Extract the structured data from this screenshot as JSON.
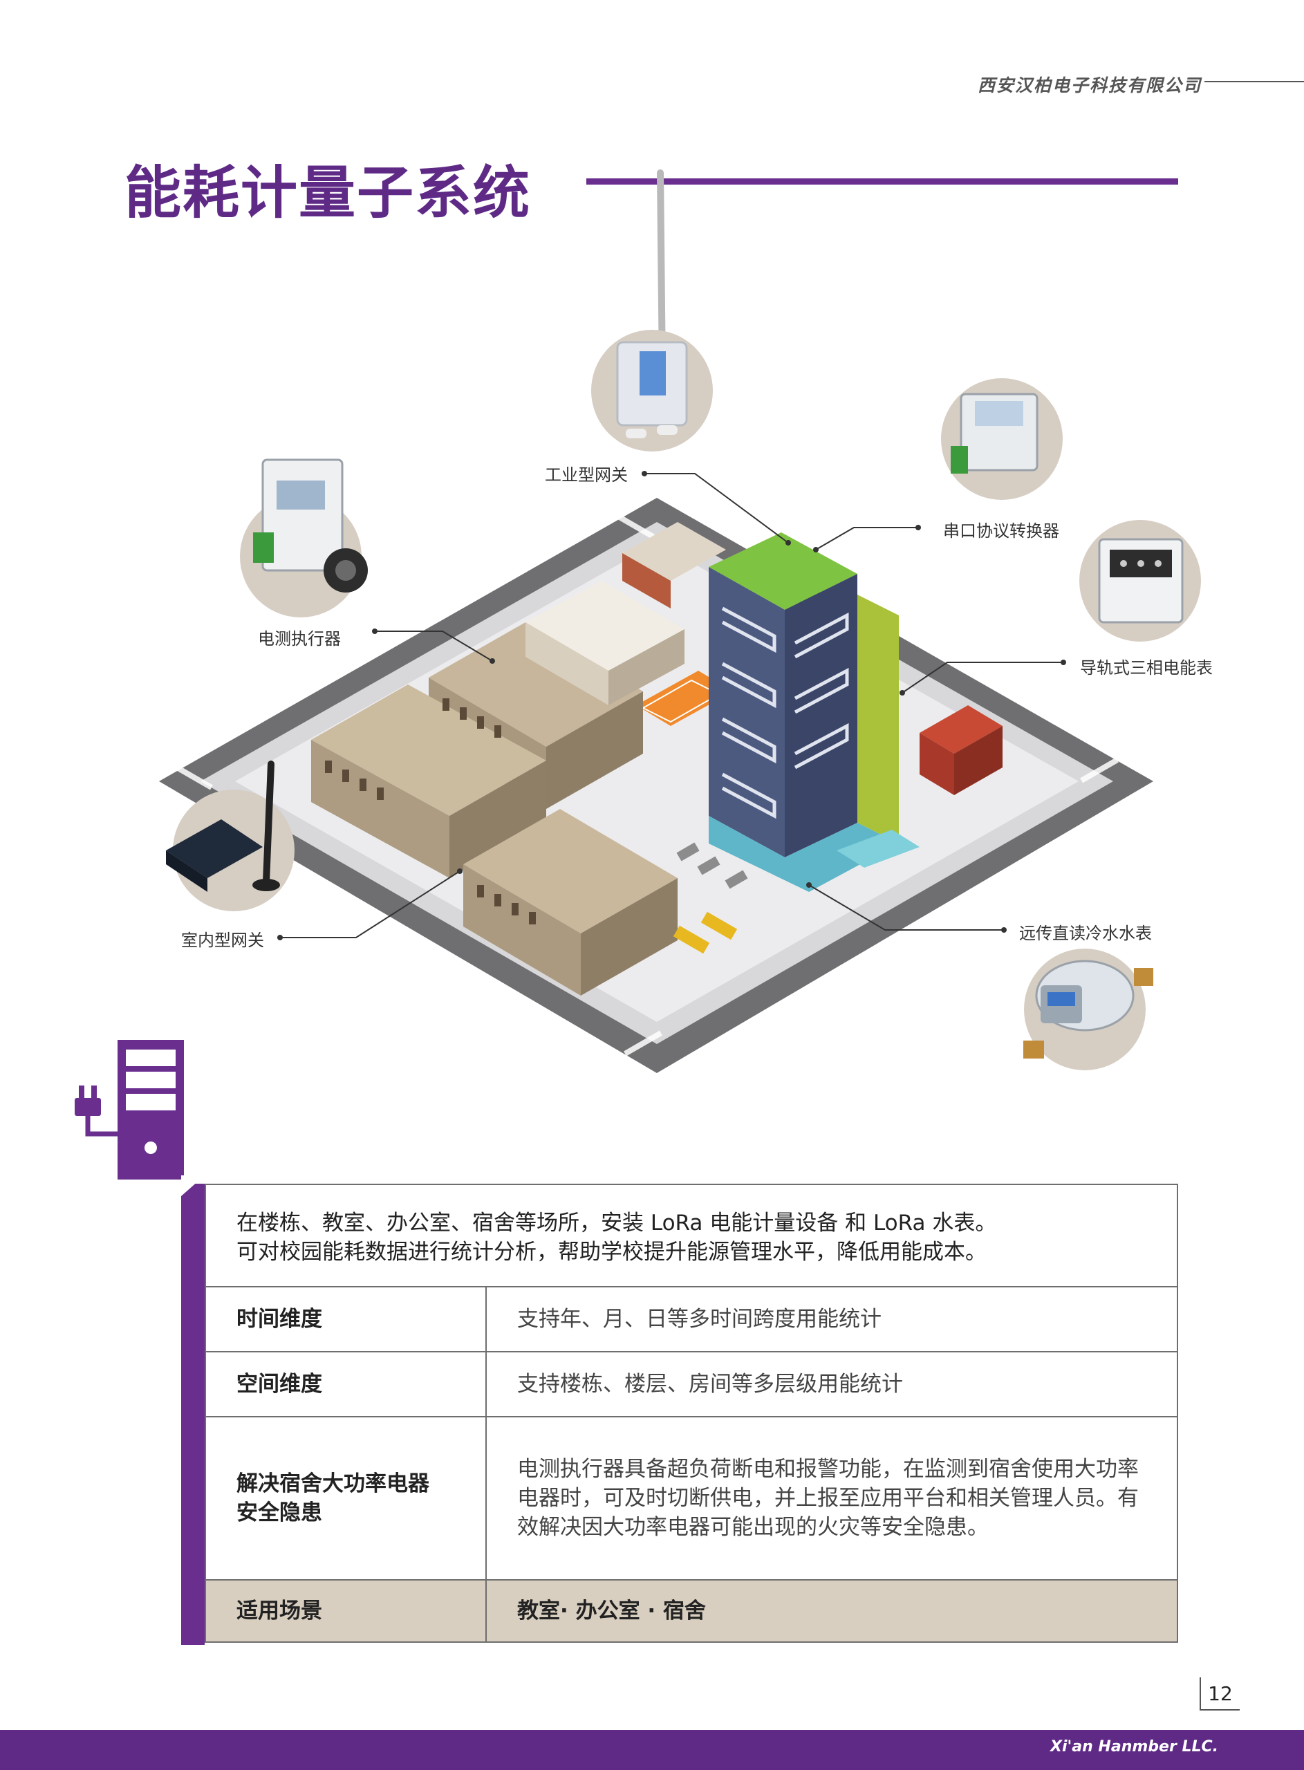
{
  "header": {
    "company": "西安汉柏电子科技有限公司",
    "title": "能耗计量子系统"
  },
  "devices": {
    "industrial_gateway": "工业型网关",
    "serial_converter": "串口协议转换器",
    "power_actuator": "电测执行器",
    "rail_meter": "导轨式三相电能表",
    "indoor_gateway": "室内型网关",
    "water_meter": "远传直读冷水水表"
  },
  "info": {
    "intro_line1": "在楼栋、教室、办公室、宿舍等场所，安装 LoRa 电能计量设备 和 LoRa 水表。",
    "intro_line2": "可对校园能耗数据进行统计分析，帮助学校提升能源管理水平，降低用能成本。",
    "rows": [
      {
        "key": "时间维度",
        "value": "支持年、月、日等多时间跨度用能统计"
      },
      {
        "key": "空间维度",
        "value": "支持楼栋、楼层、房间等多层级用能统计"
      },
      {
        "key_line1": "解决宿舍大功率电器",
        "key_line2": "安全隐患",
        "value": "电测执行器具备超负荷断电和报警功能，在监测到宿舍使用大功率电器时，可及时切断供电，并上报至应用平台和相关管理人员。有效解决因大功率电器可能出现的火灾等安全隐患。"
      },
      {
        "key": "适用场景",
        "value": "教室· 办公室 · 宿舍"
      }
    ]
  },
  "footer": {
    "page_number": "12",
    "brand": "Xi'an Hanmber LLC."
  },
  "colors": {
    "brand_purple": "#6a2e8f",
    "highlight_row": "#d8cfc0"
  }
}
